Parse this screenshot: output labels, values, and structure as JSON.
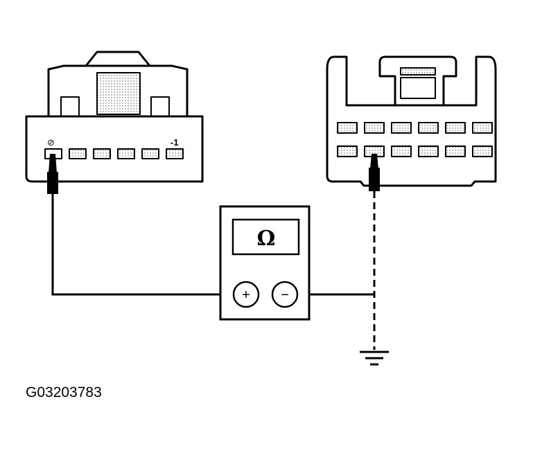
{
  "meter": {
    "display_symbol": "Ω",
    "plus_terminal": "+",
    "minus_terminal": "−"
  },
  "connector_left": {
    "pin_first_mark": "⊘",
    "pin_last_mark": "-1"
  },
  "figure_ref": "G03203783"
}
